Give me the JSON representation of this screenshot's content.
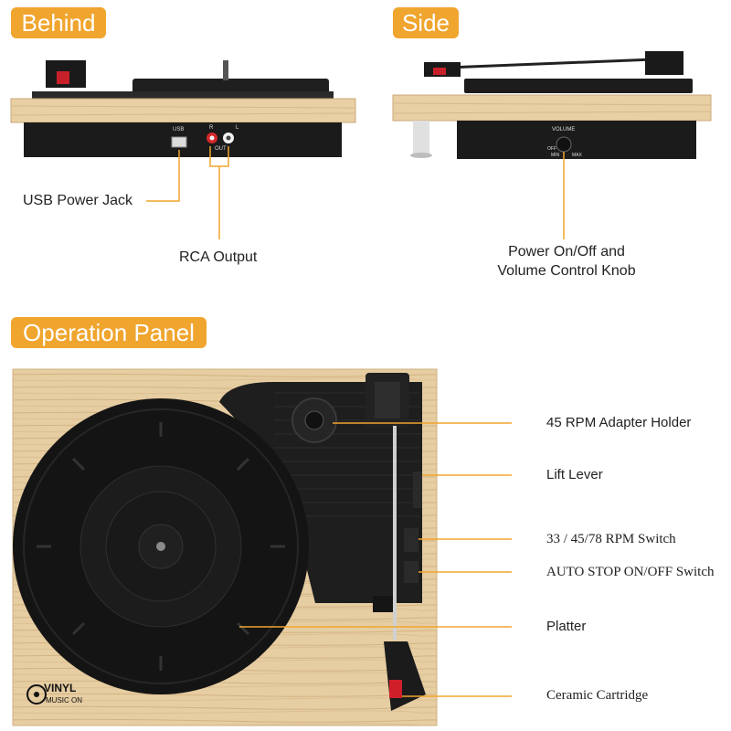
{
  "sections": {
    "behind": "Behind",
    "side": "Side",
    "operation": "Operation Panel"
  },
  "behind_panel": {
    "usb_port_label": "USB",
    "rca_r": "R",
    "rca_out": "OUT",
    "rca_l": "L",
    "callouts": {
      "usb": "USB Power Jack",
      "rca": "RCA Output"
    }
  },
  "side_panel": {
    "volume_label": "VOLUME",
    "off_label": "OFF",
    "min_label": "MIN",
    "max_label": "MAX",
    "callout_line1": "Power On/Off and",
    "callout_line2": "Volume Control Knob"
  },
  "operation_panel": {
    "callouts": [
      "45 RPM Adapter Holder",
      "Lift Lever",
      "33 / 45/78 RPM Switch",
      "AUTO STOP ON/OFF Switch",
      "Platter",
      "Ceramic Cartridge"
    ],
    "logo_text": "VINYL",
    "logo_sub": "MUSIC ON"
  },
  "colors": {
    "accent": "#f0a52e",
    "wood": "#e8cfa4",
    "black": "#1b1b1b"
  }
}
